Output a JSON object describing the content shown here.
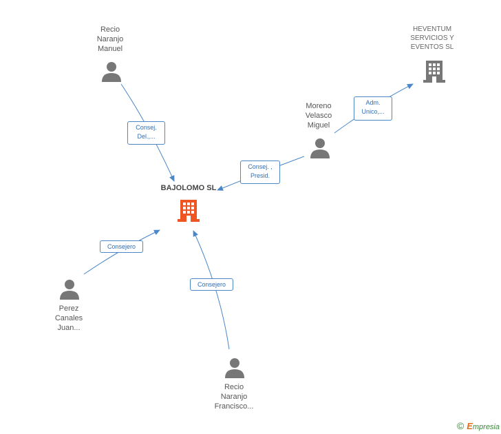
{
  "colors": {
    "edge": "#4a86c8",
    "person": "#777777",
    "company": "#777777",
    "focus_company": "#ee5522"
  },
  "nodes": {
    "bajolomo": {
      "label": "BAJOLOMO SL",
      "icon": "building-icon"
    },
    "heventum": {
      "label": "HEVENTUM\nSERVICIOS Y\nEVENTOS SL",
      "icon": "building-icon"
    },
    "recio_manuel": {
      "label": "Recio\nNaranjo\nManuel",
      "icon": "person-icon"
    },
    "moreno": {
      "label": "Moreno\nVelasco\nMiguel",
      "icon": "person-icon"
    },
    "perez": {
      "label": "Perez\nCanales\nJuan...",
      "icon": "person-icon"
    },
    "recio_francisco": {
      "label": "Recio\nNaranjo\nFrancisco...",
      "icon": "person-icon"
    }
  },
  "edges": {
    "recio_manuel_bajolomo": "Consej.\nDel.,...",
    "moreno_bajolomo": "Consej. ,\nPresid.",
    "moreno_heventum": "Adm.\nUnico,...",
    "perez_bajolomo": "Consejero",
    "recio_francisco_bajolomo": "Consejero"
  },
  "footer": {
    "copyright": "©",
    "brand_first": "E",
    "brand_rest": "mpresia"
  }
}
